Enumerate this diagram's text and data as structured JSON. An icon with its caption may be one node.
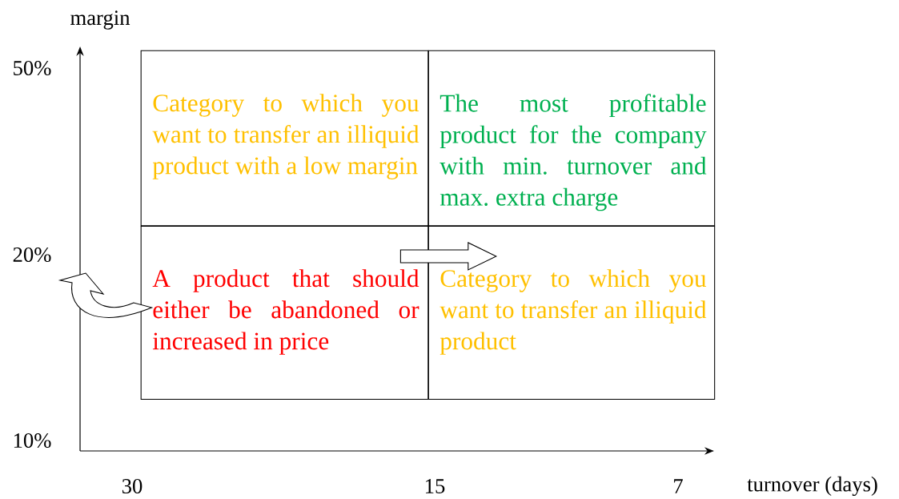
{
  "diagram": {
    "nodes": [
      {
        "text": [
          "Category to which you want to transfer an illiquid product with a low margin"
        ]
      },
      {
        "text": [
          "The most profitable product for the company with min. turnover and max. extra charge"
        ]
      },
      {
        "text": [
          "A product that should either be abandoned or increased in price"
        ]
      },
      {
        "text": [
          "Category to which you want to transfer an illiquid product"
        ]
      }
    ],
    "edges": [
      {
        "from": 2,
        "to": 3,
        "arrow": "to"
      },
      {
        "from": 2,
        "to": null,
        "arrow": "to"
      }
    ],
    "labels": [
      "margin",
      "50%",
      "20%",
      "10%",
      "30",
      "15",
      "7",
      "turnover (days)"
    ]
  }
}
